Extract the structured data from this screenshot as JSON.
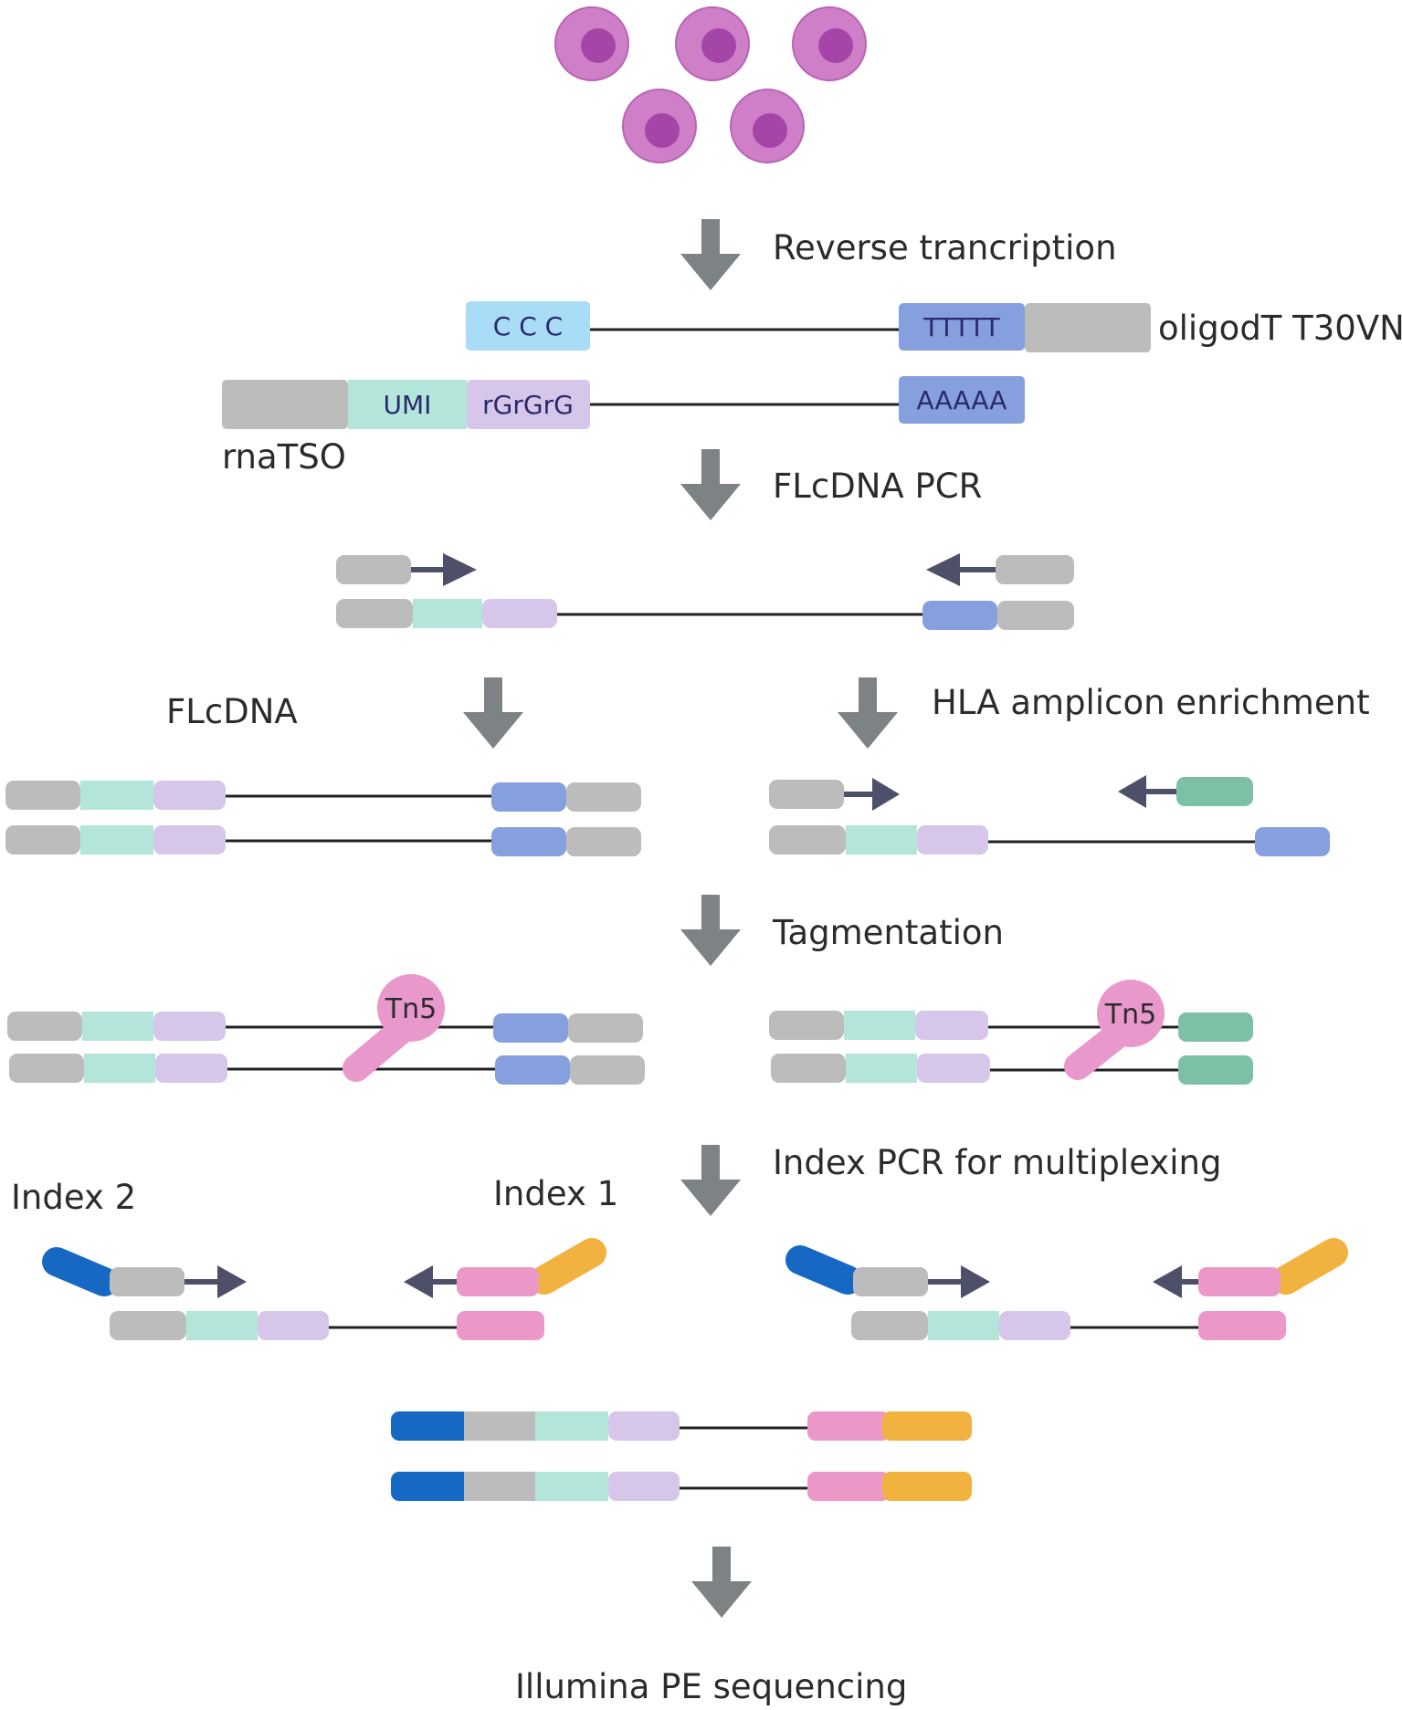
{
  "steps": {
    "reverse_transcription": "Reverse trancription",
    "flcdna_pcr": "FLcDNA PCR",
    "hla_enrichment": "HLA amplicon enrichment",
    "tagmentation": "Tagmentation",
    "index_pcr": "Index PCR for multiplexing",
    "sequencing": "Illumina PE sequencing"
  },
  "labels": {
    "oligodt": "oligodT T30VN",
    "rnatso": "rnaTSO",
    "flcdna": "FLcDNA",
    "index2": "Index 2",
    "index1": "Index 1"
  },
  "segments": {
    "ccc": "C C C",
    "ttttt": "TTTTT",
    "umi": "UMI",
    "rgrgrg": "rGrGrG",
    "aaaaa": "AAAAA",
    "tn5": "Tn5"
  },
  "colors": {
    "cell_outer": "#cf7fc8",
    "cell_nucleus": "#a545a8",
    "arrow": "#7d8285",
    "primer_arrow": "#4d5068",
    "gray_block": "#bcbcbc",
    "umi": "#b4e5da",
    "rgrgrg": "#d6c6ea",
    "polyA": "#869fde",
    "ccc": "#a8dcf7",
    "hla_primer": "#7cc0a6",
    "pink": "#eb98c9",
    "index1": "#f1b23f",
    "index2": "#1668c3",
    "tn5": "#e998cc"
  }
}
